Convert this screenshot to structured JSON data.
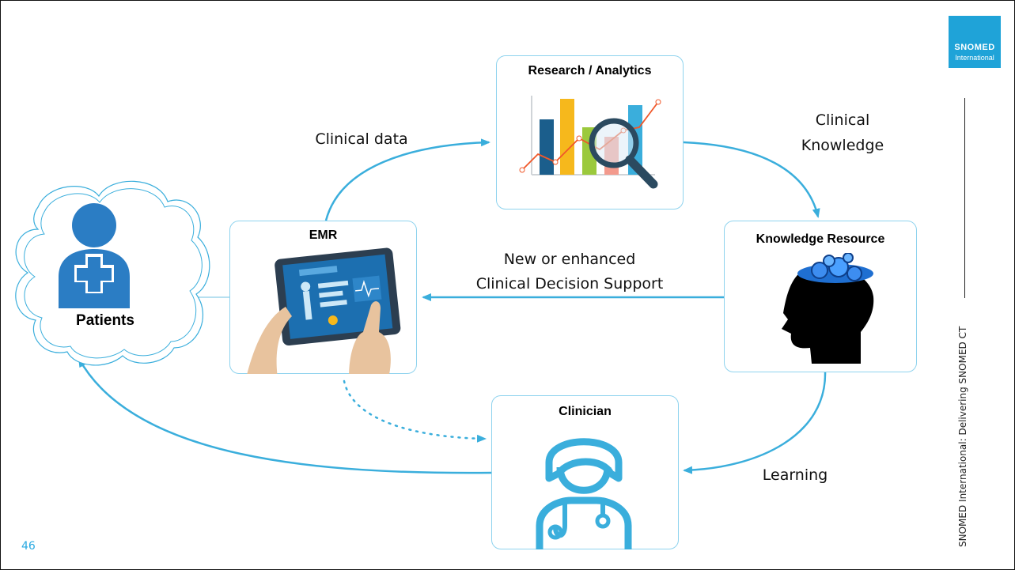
{
  "logo": {
    "line1": "SNOMED",
    "line2": "International"
  },
  "sidebar_text": "SNOMED International: Delivering SNOMED CT",
  "page_number": "46",
  "nodes": {
    "research": {
      "title": "Research / Analytics"
    },
    "emr": {
      "title": "EMR"
    },
    "knowledge": {
      "title": "Knowledge Resource"
    },
    "clinician": {
      "title": "Clinician"
    },
    "patients": {
      "title": "Patients"
    }
  },
  "edges": {
    "clinical_data": "Clinical data",
    "clinical_knowledge_1": "Clinical",
    "clinical_knowledge_2": "Knowledge",
    "cds_1": "New or enhanced",
    "cds_2": "Clinical Decision Support",
    "learning": "Learning"
  },
  "colors": {
    "arrow": "#3aaedc",
    "box_border": "#8fd3ee",
    "accent": "#1fa3d8",
    "patient_icon": "#2b7dc4"
  }
}
